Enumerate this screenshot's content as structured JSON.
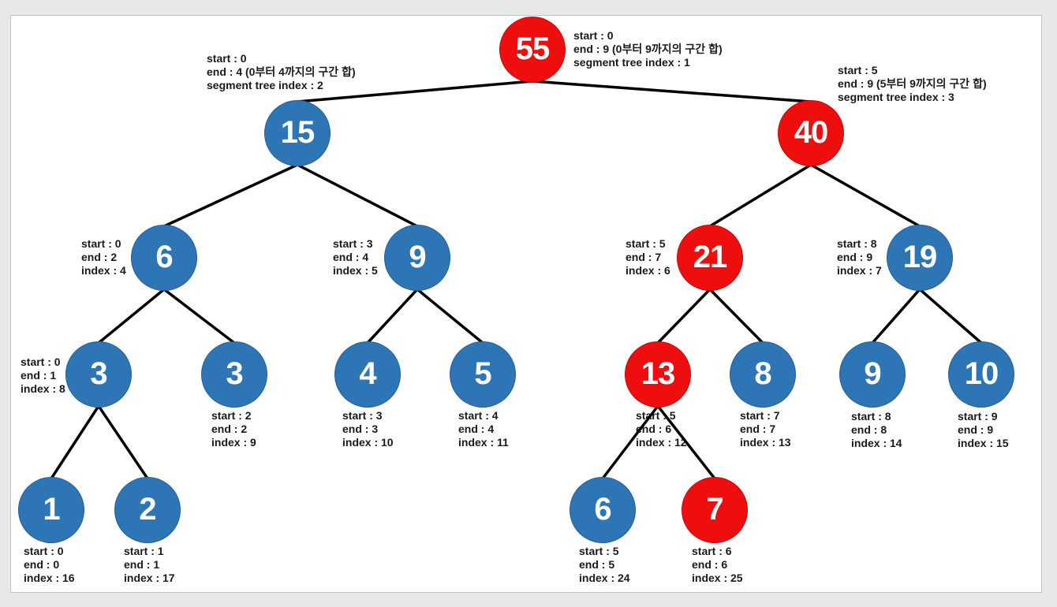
{
  "colors": {
    "page_bg": "#e8e8e8",
    "panel_bg": "#ffffff",
    "panel_border": "#c3c3c3",
    "node_red": "#ee0e0e",
    "node_blue": "#2e75b6",
    "edge": "#000000",
    "node_text": "#ffffff",
    "label_text": "#1a1a1a"
  },
  "tree": {
    "description": "segment tree of interval sums (red = highlighted query path)",
    "nodes": [
      {
        "value": "55",
        "color": "red",
        "tree_index": 1,
        "label": [
          "start : 0",
          "end : 9 (0부터 9까지의 구간 합)",
          "segment tree index : 1"
        ]
      },
      {
        "value": "15",
        "color": "blue",
        "tree_index": 2,
        "label": [
          "start : 0",
          "end : 4 (0부터 4까지의 구간 합)",
          "segment tree index : 2"
        ]
      },
      {
        "value": "40",
        "color": "red",
        "tree_index": 3,
        "label": [
          "start : 5",
          "end : 9 (5부터 9까지의 구간 합)",
          "segment tree index : 3"
        ]
      },
      {
        "value": "6",
        "color": "blue",
        "tree_index": 4,
        "label": [
          "start : 0",
          "end : 2",
          "index : 4"
        ]
      },
      {
        "value": "9",
        "color": "blue",
        "tree_index": 5,
        "label": [
          "start : 3",
          "end : 4",
          "index : 5"
        ]
      },
      {
        "value": "21",
        "color": "red",
        "tree_index": 6,
        "label": [
          "start : 5",
          "end : 7",
          "index : 6"
        ]
      },
      {
        "value": "19",
        "color": "blue",
        "tree_index": 7,
        "label": [
          "start : 8",
          "end : 9",
          "index : 7"
        ]
      },
      {
        "value": "3",
        "color": "blue",
        "tree_index": 8,
        "label": [
          "start : 0",
          "end : 1",
          "index : 8"
        ]
      },
      {
        "value": "3",
        "color": "blue",
        "tree_index": 9,
        "label": [
          "start : 2",
          "end : 2",
          "index : 9"
        ]
      },
      {
        "value": "4",
        "color": "blue",
        "tree_index": 10,
        "label": [
          "start : 3",
          "end : 3",
          "index : 10"
        ]
      },
      {
        "value": "5",
        "color": "blue",
        "tree_index": 11,
        "label": [
          "start : 4",
          "end : 4",
          "index : 11"
        ]
      },
      {
        "value": "13",
        "color": "red",
        "tree_index": 12,
        "label": [
          "start : 5",
          "end : 6",
          "index : 12"
        ]
      },
      {
        "value": "8",
        "color": "blue",
        "tree_index": 13,
        "label": [
          "start : 7",
          "end : 7",
          "index : 13"
        ]
      },
      {
        "value": "9",
        "color": "blue",
        "tree_index": 14,
        "label": [
          "start : 8",
          "end : 8",
          "index : 14"
        ]
      },
      {
        "value": "10",
        "color": "blue",
        "tree_index": 15,
        "label": [
          "start : 9",
          "end : 9",
          "index : 15"
        ]
      },
      {
        "value": "1",
        "color": "blue",
        "tree_index": 16,
        "label": [
          "start : 0",
          "end : 0",
          "index : 16"
        ]
      },
      {
        "value": "2",
        "color": "blue",
        "tree_index": 17,
        "label": [
          "start : 1",
          "end : 1",
          "index : 17"
        ]
      },
      {
        "value": "6",
        "color": "blue",
        "tree_index": 24,
        "label": [
          "start : 5",
          "end : 5",
          "index : 24"
        ]
      },
      {
        "value": "7",
        "color": "red",
        "tree_index": 25,
        "label": [
          "start : 6",
          "end : 6",
          "index : 25"
        ]
      }
    ],
    "edges": [
      {
        "from": 1,
        "to": 2
      },
      {
        "from": 1,
        "to": 3
      },
      {
        "from": 2,
        "to": 4
      },
      {
        "from": 2,
        "to": 5
      },
      {
        "from": 3,
        "to": 6
      },
      {
        "from": 3,
        "to": 7
      },
      {
        "from": 4,
        "to": 8
      },
      {
        "from": 4,
        "to": 9
      },
      {
        "from": 5,
        "to": 10
      },
      {
        "from": 5,
        "to": 11
      },
      {
        "from": 6,
        "to": 12
      },
      {
        "from": 6,
        "to": 13
      },
      {
        "from": 7,
        "to": 14
      },
      {
        "from": 7,
        "to": 15
      },
      {
        "from": 8,
        "to": 16
      },
      {
        "from": 8,
        "to": 17
      },
      {
        "from": 12,
        "to": 24
      },
      {
        "from": 12,
        "to": 25
      }
    ]
  }
}
